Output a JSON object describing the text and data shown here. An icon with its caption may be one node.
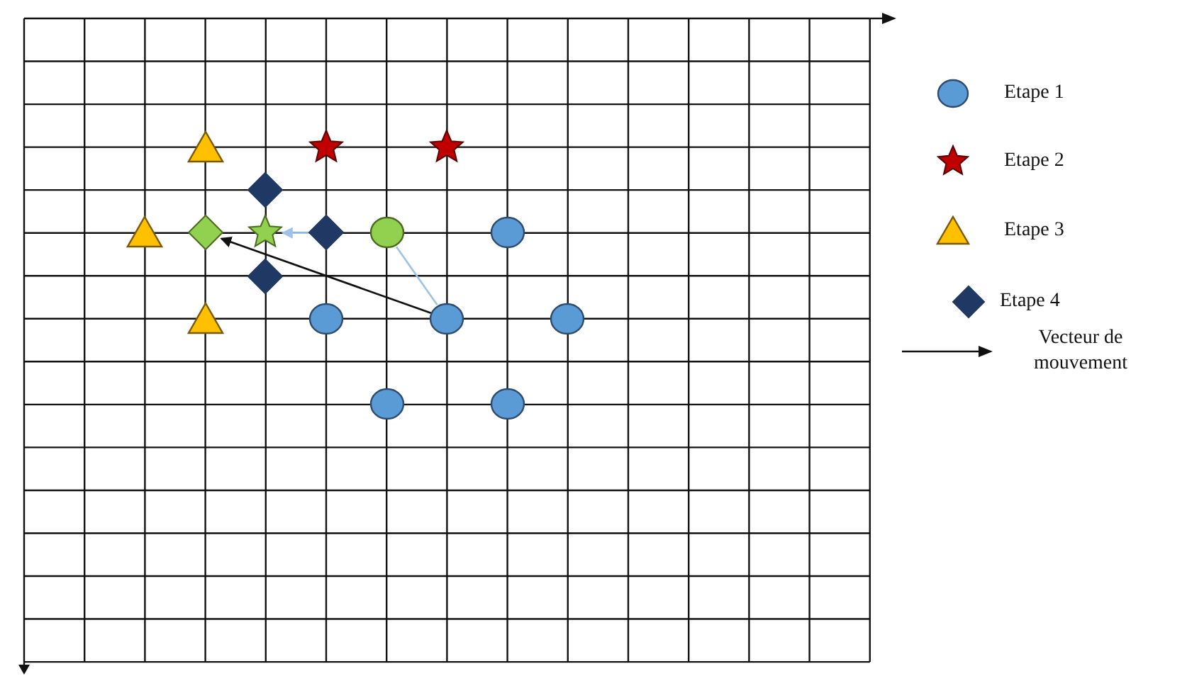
{
  "diagram": {
    "nodes": [
      {
        "text": [],
        "shape": "triangle"
      },
      {
        "text": [],
        "shape": "star"
      },
      {
        "text": [],
        "shape": "star"
      },
      {
        "text": [],
        "shape": "diamond"
      },
      {
        "text": [],
        "shape": "triangle"
      },
      {
        "text": [],
        "shape": "diamond"
      },
      {
        "text": [],
        "shape": "star"
      },
      {
        "text": [],
        "shape": "diamond"
      },
      {
        "text": [],
        "shape": "circle"
      },
      {
        "text": [],
        "shape": "circle"
      },
      {
        "text": [],
        "shape": "diamond"
      },
      {
        "text": [],
        "shape": "triangle"
      },
      {
        "text": [],
        "shape": "circle"
      },
      {
        "text": [],
        "shape": "circle"
      },
      {
        "text": [],
        "shape": "circle"
      },
      {
        "text": [],
        "shape": "circle"
      },
      {
        "text": [],
        "shape": "circle"
      }
    ],
    "edges": [
      {
        "from": 13,
        "to": 8,
        "arrow": "none",
        "color": "#9dc3e6"
      },
      {
        "from": 7,
        "to": 6,
        "arrow": "to",
        "color": "#9dc3e6"
      },
      {
        "from": 13,
        "to": 5,
        "arrow": "to",
        "color": "#111111"
      }
    ],
    "legend": [
      {
        "text": "Etape 1"
      },
      {
        "text": "Etape 2"
      },
      {
        "text": "Etape 3"
      },
      {
        "text": "Etape 4"
      },
      {
        "text": "Vecteur de mouvement"
      }
    ]
  }
}
